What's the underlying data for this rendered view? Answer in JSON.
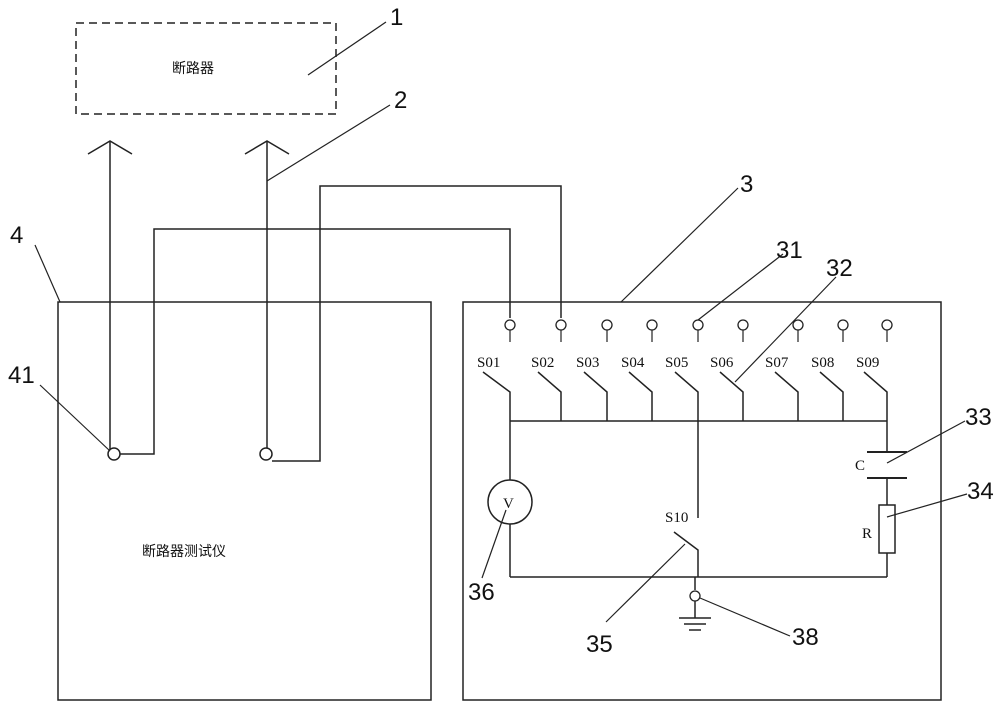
{
  "breaker_label": "断路器",
  "tester_label": "断路器测试仪",
  "switch_labels": [
    "S01",
    "S02",
    "S03",
    "S04",
    "S05",
    "S06",
    "S07",
    "S08",
    "S09"
  ],
  "switch_s10": "S10",
  "voltmeter": "V",
  "capacitor": "C",
  "resistor": "R",
  "ref_numbers": {
    "n1": "1",
    "n2": "2",
    "n3": "3",
    "n4": "4",
    "n31": "31",
    "n32": "32",
    "n33": "33",
    "n34": "34",
    "n35": "35",
    "n36": "36",
    "n38": "38",
    "n41": "41"
  }
}
